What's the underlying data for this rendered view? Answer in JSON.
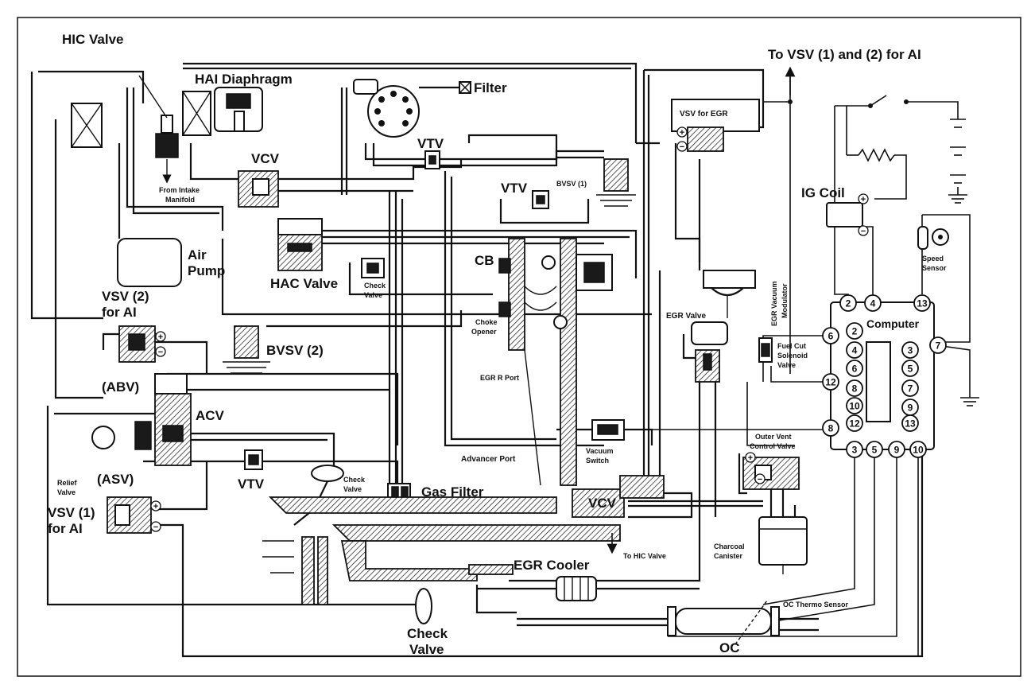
{
  "labels": {
    "hic_valve": "HIC Valve",
    "hai_diaphragm": "HAI Diaphragm",
    "filter": "Filter",
    "to_vsv_for_ai": "To VSV (1) and (2) for AI",
    "vsv_for_egr": "VSV for EGR",
    "vtv_top": "VTV",
    "vcv_top": "VCV",
    "from_intake": "From Intake",
    "manifold": "Manifold",
    "vtv_mid": "VTV",
    "bvsv1": "BVSV (1)",
    "ig_coil": "IG Coil",
    "air": "Air",
    "pump": "Pump",
    "cb": "CB",
    "hac_valve": "HAC Valve",
    "check_valve_small_1": "Check",
    "check_valve_small_2": "Valve",
    "speed_sensor_1": "Speed",
    "speed_sensor_2": "Sensor",
    "egr_vacuum_modulator_1": "EGR Vacuum",
    "egr_vacuum_modulator_2": "Modulator",
    "vsv2_1": "VSV (2)",
    "vsv2_2": "for AI",
    "egr_valve": "EGR Valve",
    "choke_opener_1": "Choke",
    "choke_opener_2": "Opener",
    "computer": "Computer",
    "bvsv2": "BVSV (2)",
    "fuel_cut_1": "Fuel Cut",
    "fuel_cut_2": "Solenoid",
    "fuel_cut_3": "Valve",
    "abv": "(ABV)",
    "egr_r_port": "EGR R Port",
    "acv": "ACV",
    "outer_vent_1": "Outer Vent",
    "outer_vent_2": "Control Valve",
    "advancer_port": "Advancer Port",
    "vacuum_switch_1": "Vacuum",
    "vacuum_switch_2": "Switch",
    "relief_valve_1": "Relief",
    "relief_valve_2": "Valve",
    "asv": "(ASV)",
    "vtv_low": "VTV",
    "check_valve_mid_1": "Check",
    "check_valve_mid_2": "Valve",
    "gas_filter": "Gas Filter",
    "vcv_low": "VCV",
    "vsv1_1": "VSV (1)",
    "vsv1_2": "for AI",
    "to_hic_valve": "To HIC Valve",
    "charcoal_canister_1": "Charcoal",
    "charcoal_canister_2": "Canister",
    "egr_cooler": "EGR Cooler",
    "oc_thermo_sensor": "OC Thermo Sensor",
    "check_valve_bottom_1": "Check",
    "check_valve_bottom_2": "Valve",
    "oc": "OC"
  },
  "computer_pins": {
    "top": [
      "2",
      "4",
      "13"
    ],
    "left": [
      "6",
      "12",
      "8"
    ],
    "right": [
      "7"
    ],
    "bottom": [
      "3",
      "5",
      "9",
      "10"
    ],
    "connector_left": [
      "2",
      "4",
      "6",
      "8",
      "10",
      "12"
    ],
    "connector_right": [
      "3",
      "5",
      "7",
      "9",
      "13"
    ]
  },
  "polarity": {
    "plus": "+",
    "minus": "−"
  }
}
